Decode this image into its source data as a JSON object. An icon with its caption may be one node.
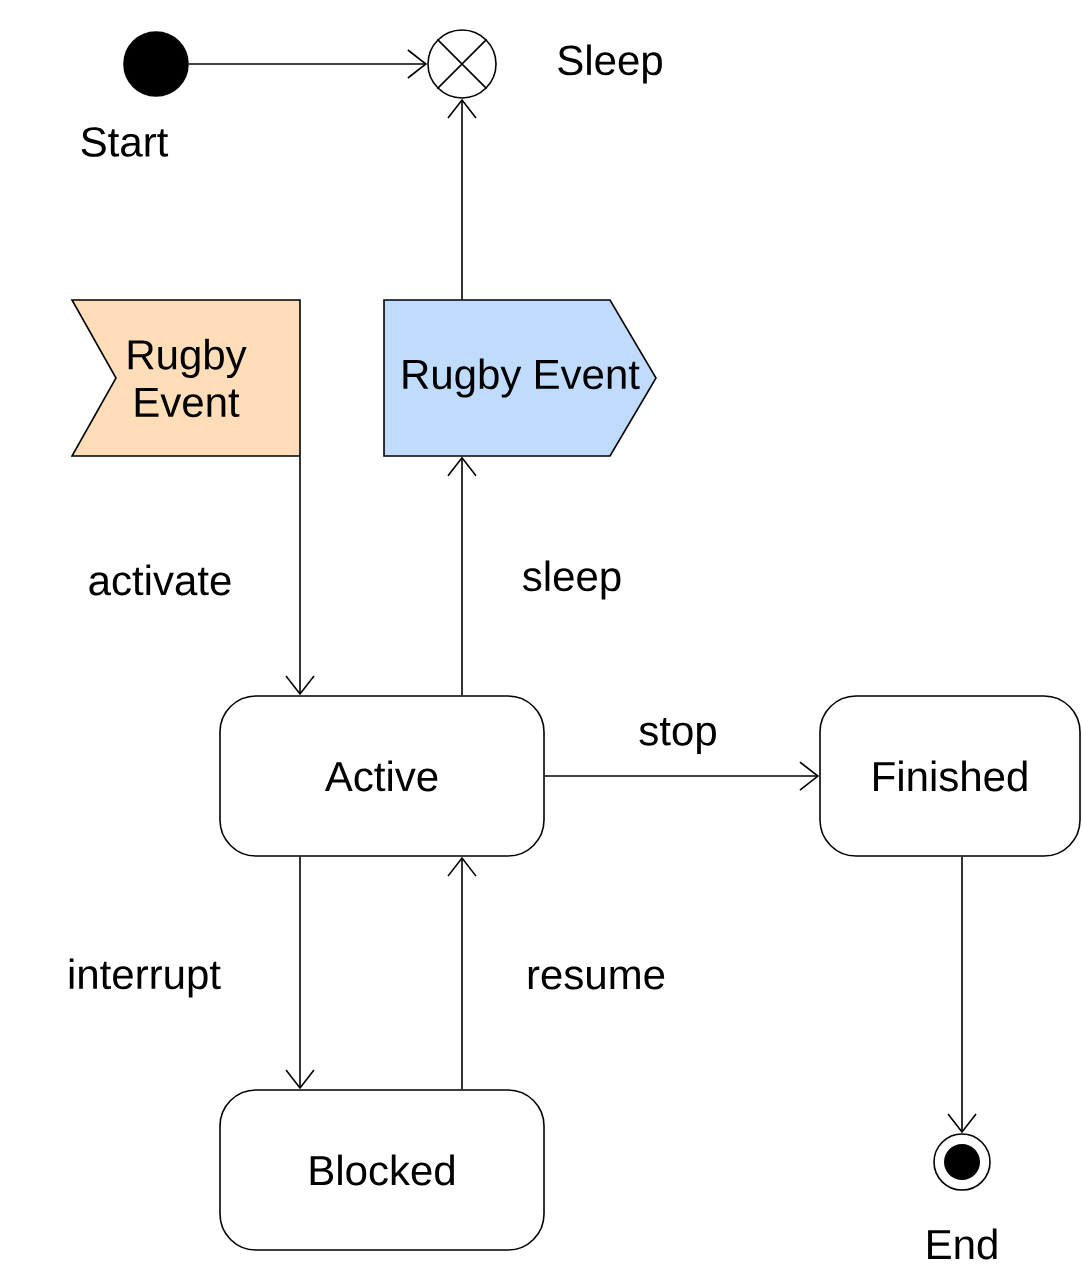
{
  "diagram": {
    "nodes": [
      {
        "text": [],
        "shape": "circle",
        "beside": [
          "Start"
        ]
      },
      {
        "text": [],
        "shape": "circle",
        "beside": [
          "Sleep"
        ]
      },
      {
        "text": [
          "Rugby Event"
        ]
      },
      {
        "text": [
          "Rugby Event"
        ]
      },
      {
        "text": [
          "Active"
        ]
      },
      {
        "text": [
          "Finished"
        ]
      },
      {
        "text": [
          "Blocked"
        ]
      },
      {
        "text": [],
        "shape": "circle",
        "beside": [
          "End"
        ]
      }
    ],
    "edges": [
      {
        "from": 0,
        "to": 1,
        "arrow": "to"
      },
      {
        "from": 3,
        "to": 1,
        "arrow": "to"
      },
      {
        "from": 2,
        "to": 4,
        "arrow": "to",
        "label": "activate"
      },
      {
        "from": 4,
        "to": 3,
        "arrow": "to",
        "label": "sleep"
      },
      {
        "from": 4,
        "to": 5,
        "arrow": "to",
        "label": "stop"
      },
      {
        "from": 4,
        "to": 6,
        "arrow": "to",
        "label": "interrupt"
      },
      {
        "from": 6,
        "to": 4,
        "arrow": "to",
        "label": "resume"
      },
      {
        "from": 5,
        "to": 7,
        "arrow": "to"
      }
    ]
  }
}
